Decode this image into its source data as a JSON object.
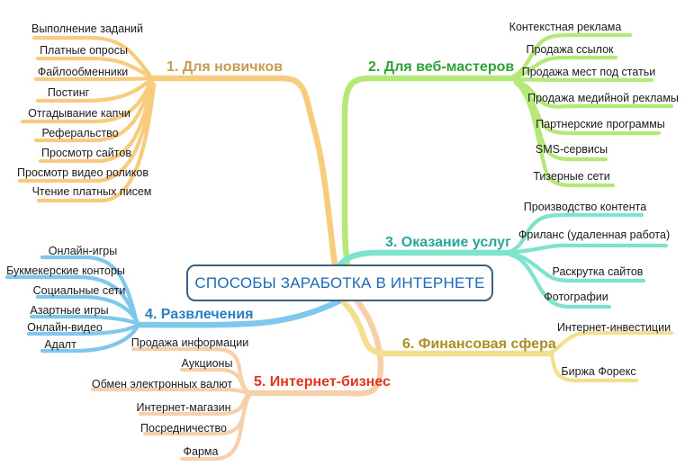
{
  "center": {
    "title": "СПОСОБЫ ЗАРАБОТКА В ИНТЕРНЕТЕ",
    "border_color": "#3B607F",
    "text_color": "#1C69B4"
  },
  "branches": [
    {
      "label": "1. Для новичков",
      "label_color": "#C79B51",
      "line_color": "#F8CC7F",
      "leaves": [
        "Выполнение заданий",
        "Платные опросы",
        "Файлообменники",
        "Постинг",
        "Отгадывание капчи",
        "Реферальство",
        "Просмотр сайтов",
        "Просмотр видео роликов",
        "Чтение платных писем"
      ]
    },
    {
      "label": "2. Для веб-мастеров",
      "label_color": "#2FA339",
      "line_color": "#B6E877",
      "leaves": [
        "Контекстная реклама",
        "Продажа ссылок",
        "Продажа мест под статьи",
        "Продажа медийной рекламы",
        "Партнерские программы",
        "SMS-сервисы",
        "Тизерные сети"
      ]
    },
    {
      "label": "3. Оказание услуг",
      "label_color": "#27A69B",
      "line_color": "#7FE2CD",
      "leaves": [
        "Производство контента",
        "Фриланс (удаленная работа)",
        "Раскрутка сайтов",
        "Фотографии"
      ]
    },
    {
      "label": "4. Развлечения",
      "label_color": "#2781C0",
      "line_color": "#7FC7EC",
      "leaves": [
        "Онлайн-игры",
        "Букмекерские конторы",
        "Социальные сети",
        "Азартные игры",
        "Онлайн-видео",
        "Адалт"
      ]
    },
    {
      "label": "5. Интернет-бизнес",
      "label_color": "#E23321",
      "line_color": "#F7D0AB",
      "leaves": [
        "Продажа информации",
        "Аукционы",
        "Обмен электронных валют",
        "Интернет-магазин",
        "Посредничество",
        "Фарма"
      ]
    },
    {
      "label": "6. Финансовая сфера",
      "label_color": "#AA8F24",
      "line_color": "#F2E08D",
      "leaves": [
        "Интернет-инвестиции",
        "Биржа Форекс"
      ]
    }
  ]
}
